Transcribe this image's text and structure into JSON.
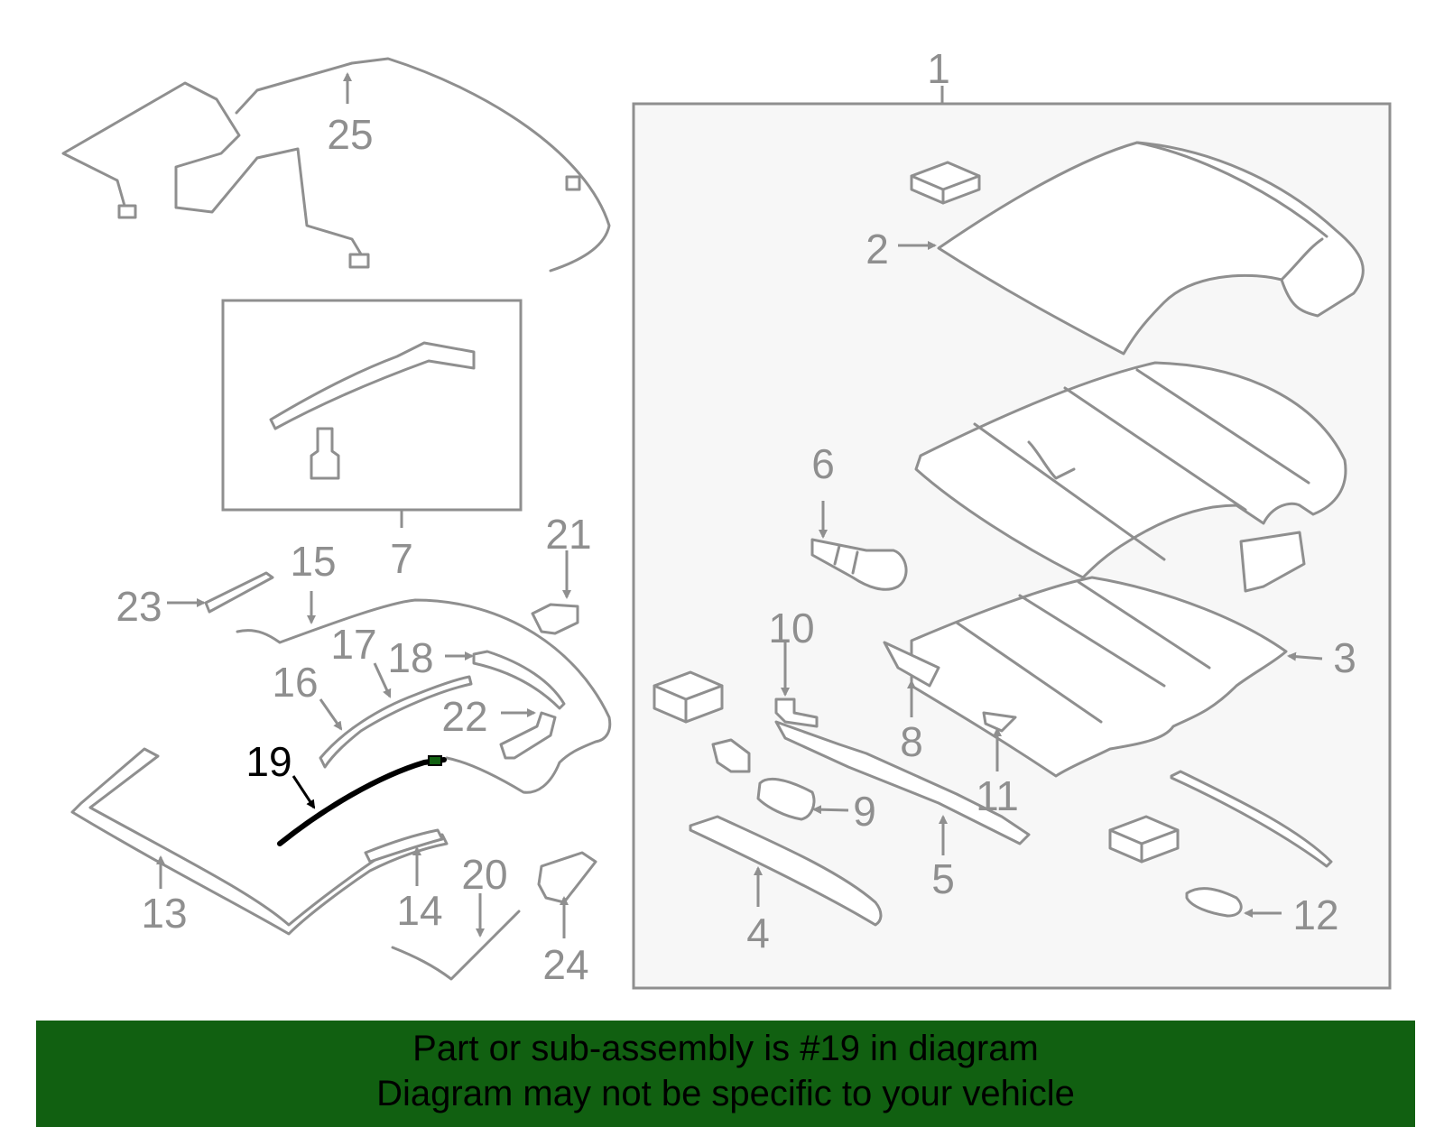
{
  "diagram": {
    "highlighted_part": "19",
    "highlight_color": "#000000",
    "part_color": "#8f8f8f",
    "callouts": [
      "1",
      "2",
      "3",
      "4",
      "5",
      "6",
      "7",
      "8",
      "9",
      "10",
      "11",
      "12",
      "13",
      "14",
      "15",
      "16",
      "17",
      "18",
      "19",
      "20",
      "21",
      "22",
      "23",
      "24",
      "25"
    ]
  },
  "banner": {
    "background": "#116011",
    "line1": "Part or sub-assembly is #19 in diagram",
    "line2": "Diagram may not be specific to your vehicle"
  }
}
